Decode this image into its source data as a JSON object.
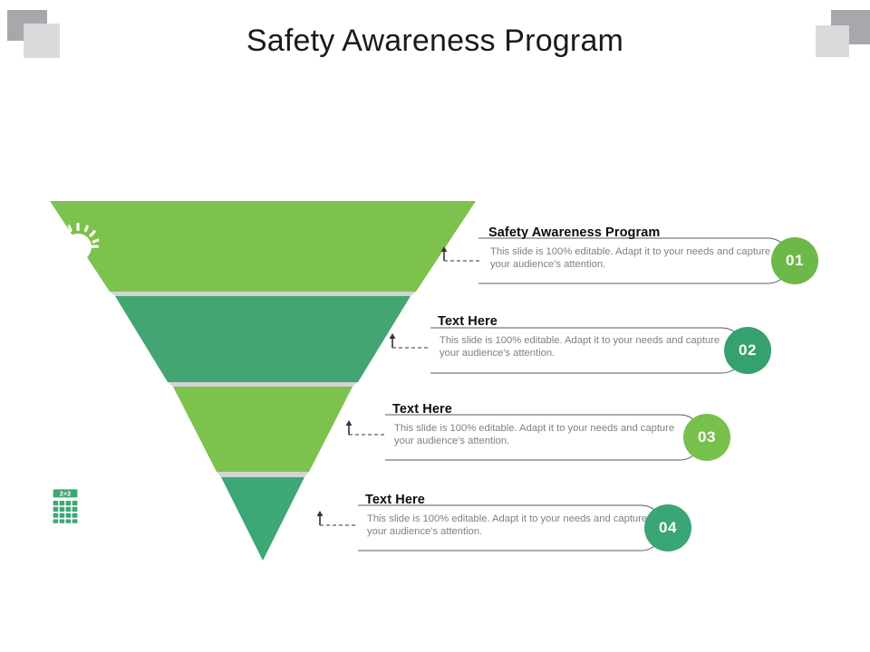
{
  "title": "Safety Awareness Program",
  "colors": {
    "band1": "#7cc24c",
    "band2": "#43a672",
    "band3": "#7cc24c",
    "band4": "#3da775",
    "separator": "#d2d3d4",
    "badge1": "#6cb849",
    "badge2": "#36a06e",
    "badge3": "#78c04c",
    "badge4": "#3aa675",
    "heading": "#0d0d0d",
    "body": "#808080",
    "pill_outline": "#5a5a5a",
    "deco_dark": "#a6a8ab",
    "deco_light": "#d9dadb"
  },
  "funnel": {
    "sections": [
      {
        "icon": "lightbulb-icon",
        "color_key": "band1"
      },
      {
        "icon": "monitor-icon",
        "color_key": "band2"
      },
      {
        "icon": "clock-icon",
        "color_key": "band3"
      },
      {
        "icon": "calculator-icon",
        "color_key": "band4",
        "icon_label": "2+2"
      }
    ]
  },
  "rows": [
    {
      "number": "01",
      "heading": "Safety Awareness Program",
      "body": "This slide is 100% editable. Adapt it to your needs and capture your audience's attention."
    },
    {
      "number": "02",
      "heading": "Text Here",
      "body": "This slide is 100% editable. Adapt it to your needs and capture your audience's attention."
    },
    {
      "number": "03",
      "heading": "Text Here",
      "body": "This slide is 100% editable. Adapt it to your needs and capture your audience's attention."
    },
    {
      "number": "04",
      "heading": "Text Here",
      "body": "This slide is 100% editable. Adapt it to your needs and capture your audience's attention."
    }
  ]
}
